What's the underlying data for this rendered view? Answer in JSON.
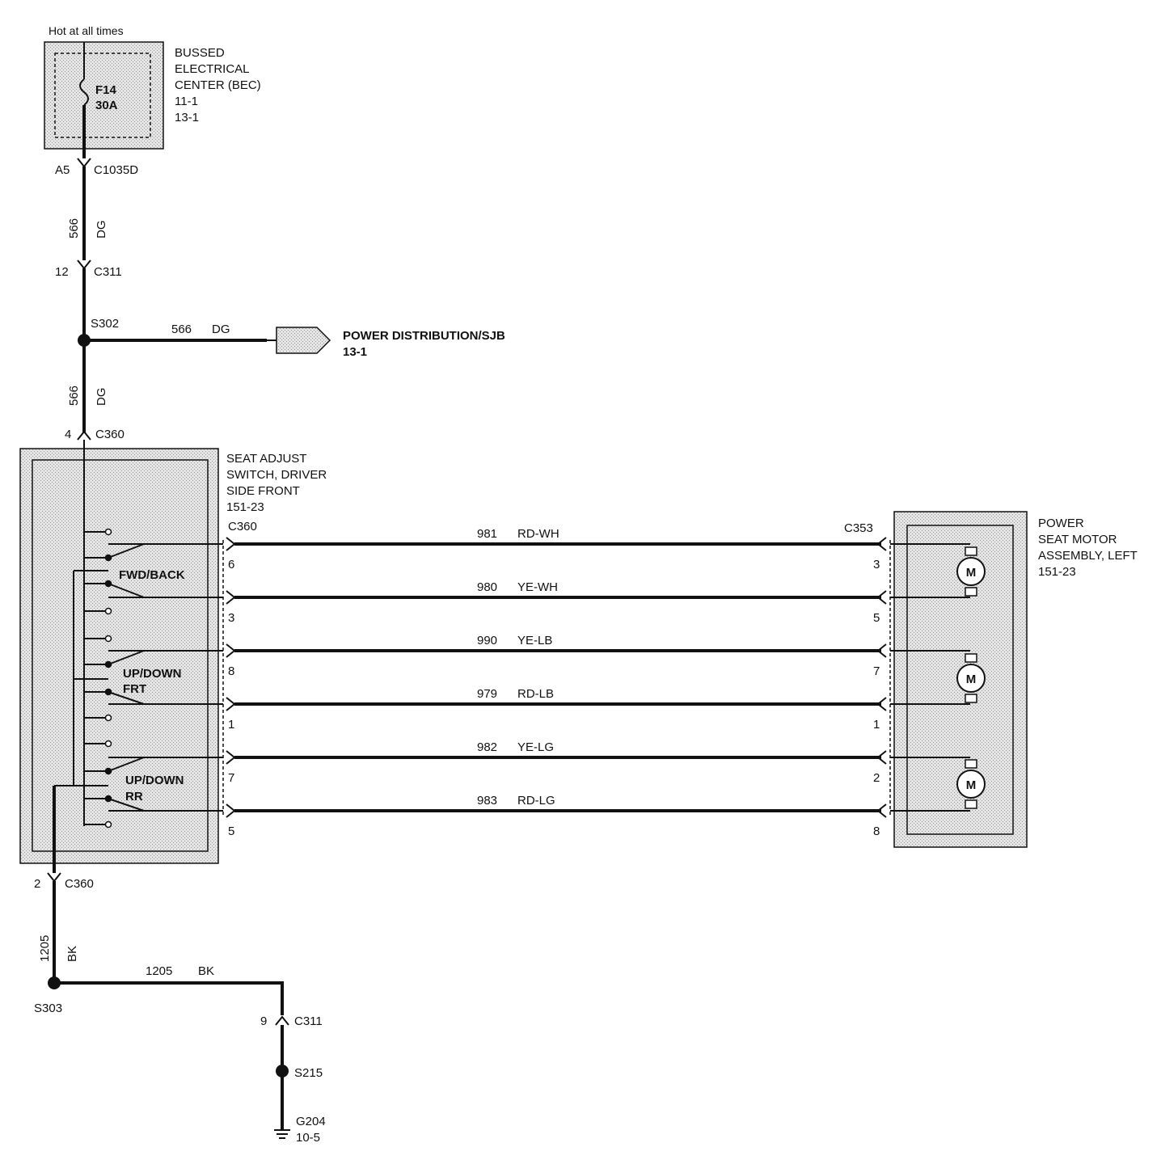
{
  "bec": {
    "top_note": "Hot at all times",
    "fuse_id": "F14",
    "fuse_rating": "30A",
    "title_line1": "BUSSED",
    "title_line2": "ELECTRICAL",
    "title_line3": "CENTER (BEC)",
    "ref1": "11-1",
    "ref2": "13-1"
  },
  "c1035d": {
    "pin": "A5",
    "name": "C1035D"
  },
  "wire_566_upper": {
    "circuit": "566",
    "color": "DG"
  },
  "c311_top": {
    "pin": "12",
    "name": "C311"
  },
  "s302": {
    "name": "S302"
  },
  "branch_566": {
    "circuit": "566",
    "color": "DG"
  },
  "power_dist": {
    "line1": "POWER DISTRIBUTION/SJB",
    "line2": "13-1"
  },
  "wire_566_lower": {
    "circuit": "566",
    "color": "DG"
  },
  "c360_in": {
    "pin": "4",
    "name": "C360"
  },
  "seat_switch": {
    "line1": "SEAT ADJUST",
    "line2": "SWITCH, DRIVER",
    "line3": "SIDE FRONT",
    "line4": "151-23",
    "fwd_back": "FWD/BACK",
    "updown_frt_1": "UP/DOWN",
    "updown_frt_2": "FRT",
    "updown_rr_1": "UP/DOWN",
    "updown_rr_2": "RR"
  },
  "c360_out": {
    "name": "C360"
  },
  "c353": {
    "name": "C353"
  },
  "motor_wires": [
    {
      "circuit": "981",
      "color": "RD-WH",
      "pin_left": "6",
      "pin_right": "3"
    },
    {
      "circuit": "980",
      "color": "YE-WH",
      "pin_left": "3",
      "pin_right": "5"
    },
    {
      "circuit": "990",
      "color": "YE-LB",
      "pin_left": "8",
      "pin_right": "7"
    },
    {
      "circuit": "979",
      "color": "RD-LB",
      "pin_left": "1",
      "pin_right": "1"
    },
    {
      "circuit": "982",
      "color": "YE-LG",
      "pin_left": "7",
      "pin_right": "2"
    },
    {
      "circuit": "983",
      "color": "RD-LG",
      "pin_left": "5",
      "pin_right": "8"
    }
  ],
  "motor_assy": {
    "line1": "POWER",
    "line2": "SEAT MOTOR",
    "line3": "ASSEMBLY, LEFT",
    "line4": "151-23",
    "motor_symbol": "M"
  },
  "c360_gnd": {
    "pin": "2",
    "name": "C360"
  },
  "wire_1205_vert": {
    "circuit": "1205",
    "color": "BK"
  },
  "wire_1205_horiz": {
    "circuit": "1205",
    "color": "BK"
  },
  "s303": {
    "name": "S303"
  },
  "c311_bottom": {
    "pin": "9",
    "name": "C311"
  },
  "s215": {
    "name": "S215"
  },
  "g204": {
    "name": "G204",
    "ref": "10-5"
  }
}
